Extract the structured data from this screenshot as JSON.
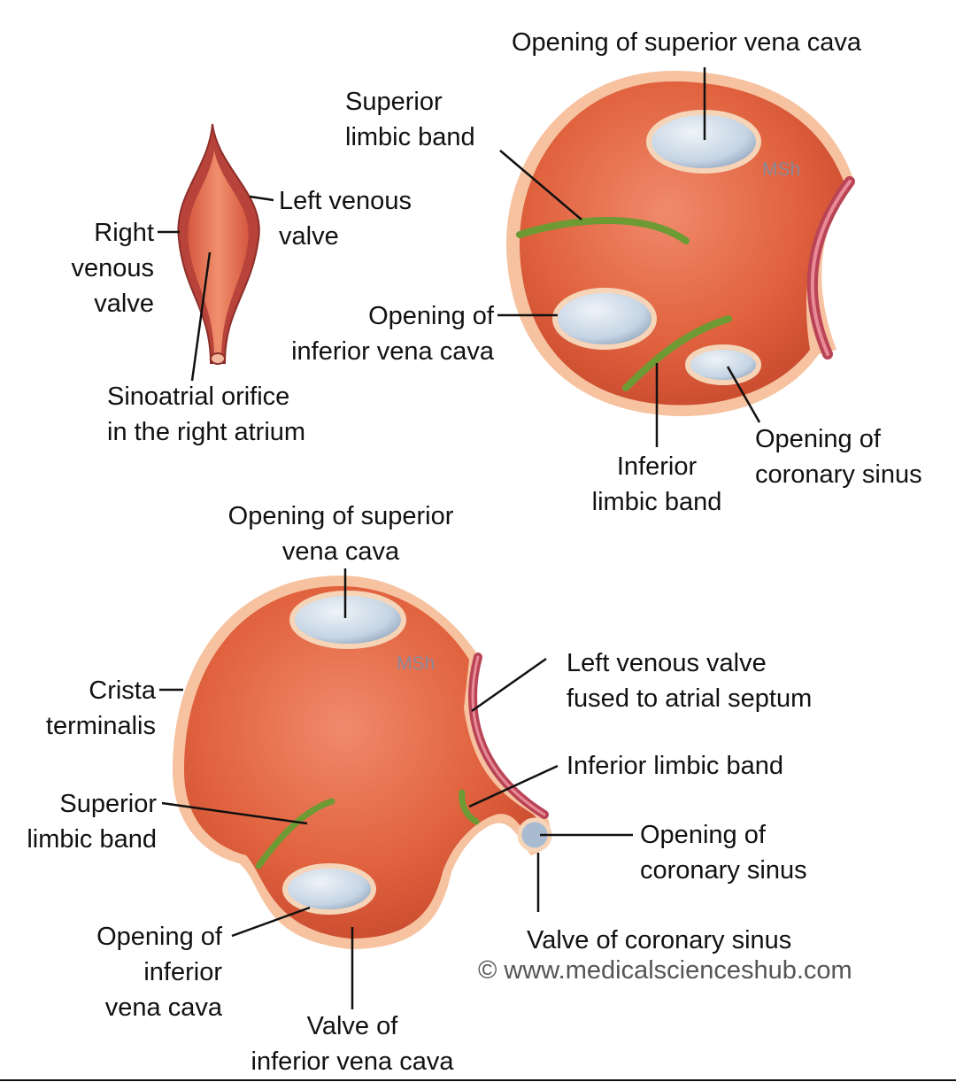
{
  "labels": {
    "opening_svc_top": "Opening of superior vena cava",
    "superior_limbic_top": "Superior\nlimbic band",
    "left_venous_valve": "Left venous\nvalve",
    "right_venous_valve": "Right\nvenous\nvalve",
    "opening_ivc_top": "Opening of\ninferior vena cava",
    "sinoatrial_orifice": "Sinoatrial orifice\nin the right atrium",
    "inferior_limbic_top": "Inferior\nlimbic band",
    "opening_cs_top": "Opening of\ncoronary sinus",
    "opening_svc_bottom": "Opening of superior\nvena cava",
    "crista_terminalis": "Crista\nterminalis",
    "left_venous_valve_fused": "Left venous valve\nfused to atrial septum",
    "inferior_limbic_bottom": "Inferior limbic band",
    "superior_limbic_bottom": "Superior\nlimbic band",
    "opening_cs_bottom": "Opening of\ncoronary sinus",
    "opening_ivc_bottom": "Opening of\ninferior\nvena cava",
    "valve_cs": "Valve of coronary sinus",
    "valve_ivc": "Valve of\ninferior vena cava"
  },
  "watermark_top": "MSh",
  "watermark_bottom": "MSh",
  "copyright": "© www.medicalscienceshub.com",
  "colors": {
    "chamber": "#e46a4e",
    "chamber_dark": "#c94a33",
    "rim": "#f7c7a6",
    "opening": "#c6d6e6",
    "limbic_band": "#7aa43a",
    "septum_edge": "#c25a6a"
  }
}
